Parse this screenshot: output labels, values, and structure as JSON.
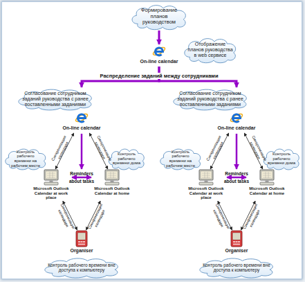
{
  "diagram": {
    "nodes": [
      {
        "text": [
          "Формирование планов руководством"
        ]
      },
      {
        "text": [
          "On-line calendar"
        ]
      },
      {
        "text": [
          "Отображение планов руководства в web сервисе"
        ]
      },
      {
        "text": [
          "Согласование сотрудником заданий руководства с ранее поставленными заданиями"
        ]
      },
      {
        "text": [
          "On-line calendar"
        ]
      },
      {
        "text": [
          "Контроль рабочего времени на рабочем месте"
        ]
      },
      {
        "text": [
          "Microsoft Outlook Calendar at work place"
        ]
      },
      {
        "text": [
          "Microsoft Outlook Calendar at home"
        ]
      },
      {
        "text": [
          "Контроль рабочего времени дома"
        ]
      },
      {
        "text": [
          "Organiser"
        ]
      },
      {
        "text": [
          "Контроль рабочего времени вне доступа к компьютеру"
        ]
      },
      {
        "text": [
          "Согласование сотрудником заданий руководства с ранее поставленными заданиями"
        ]
      },
      {
        "text": [
          "On-line calendar"
        ]
      },
      {
        "text": [
          "Контроль рабочего времени на рабочем месте"
        ]
      },
      {
        "text": [
          "Microsoft Outlook Calendar at work place"
        ]
      },
      {
        "text": [
          "Microsoft Outlook Calendar at home"
        ]
      },
      {
        "text": [
          "Контроль рабочего времени дома"
        ]
      },
      {
        "text": [
          "Organiser"
        ]
      },
      {
        "text": [
          "Контроль рабочего времени вне доступа к компьютеру"
        ]
      }
    ],
    "edges": [
      {
        "from": 0,
        "to": 1,
        "arrow": "to"
      },
      {
        "from": 1,
        "to": 3,
        "arrow": "to"
      },
      {
        "from": 1,
        "to": 11,
        "arrow": "to"
      },
      {
        "from": 4,
        "to": 6,
        "label": "Синхронизация календаря",
        "arrow": "both"
      },
      {
        "from": 4,
        "to": 7,
        "label": "Синхронизация календаря",
        "arrow": "both"
      },
      {
        "from": 6,
        "to": 7,
        "label": "Reminders about tasks",
        "arrow": "both"
      },
      {
        "from": 6,
        "to": 9,
        "label": "Синхронизация календаря",
        "arrow": "both"
      },
      {
        "from": 7,
        "to": 9,
        "label": "Синхронизация календаря",
        "arrow": "both"
      },
      {
        "from": 12,
        "to": 14,
        "label": "Синхронизация календаря",
        "arrow": "both"
      },
      {
        "from": 12,
        "to": 15,
        "label": "Синхронизация календаря",
        "arrow": "both"
      },
      {
        "from": 14,
        "to": 15,
        "label": "Reminders about tasks",
        "arrow": "both"
      },
      {
        "from": 14,
        "to": 17,
        "label": "Синхронизация календаря",
        "arrow": "both"
      },
      {
        "from": 15,
        "to": 17,
        "label": "Синхронизация календаря",
        "arrow": "both"
      }
    ],
    "labels": [
      "Распределение заданий между сотрудниками"
    ]
  }
}
